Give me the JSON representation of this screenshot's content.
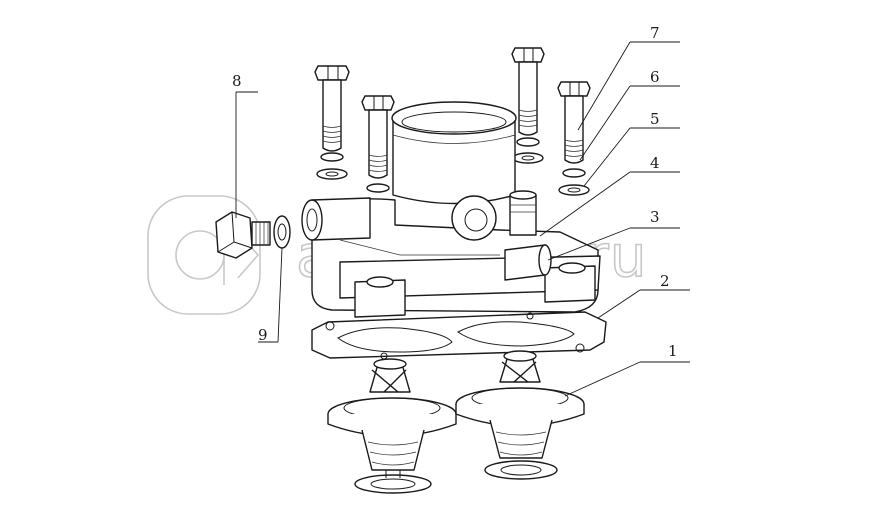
{
  "watermark": {
    "text": "autopiter.ru"
  },
  "callouts": [
    "1",
    "2",
    "3",
    "4",
    "5",
    "6",
    "7",
    "8",
    "9"
  ]
}
